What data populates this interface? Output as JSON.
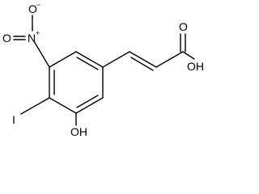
{
  "molecule": {
    "atoms": {
      "nitro_o_top": "O",
      "nitro_o_top_charge": "−",
      "nitro_o_left": "O",
      "nitro_n": "N",
      "nitro_n_charge": "+",
      "carbonyl_o": "O",
      "acid_oh": "OH",
      "iodo": "I",
      "phenol_oh": "OH"
    }
  }
}
